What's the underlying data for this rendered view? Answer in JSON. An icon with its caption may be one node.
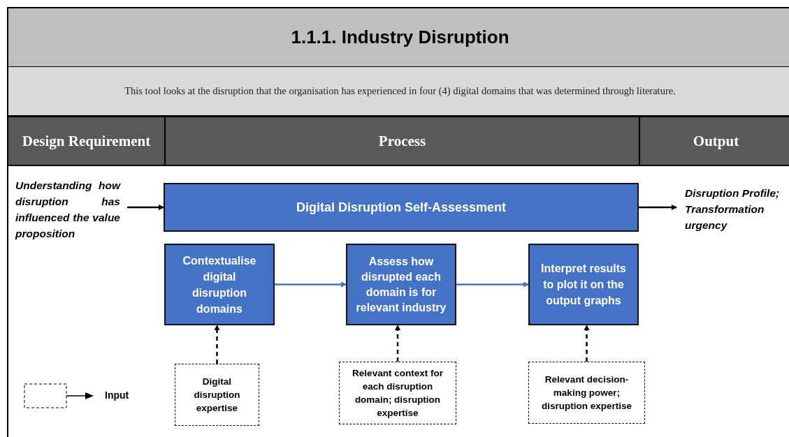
{
  "diagram": {
    "title": "1.1.1. Industry Disruption",
    "nodes": [
      {
        "text": [
          "Understanding how disruption has influenced the value proposition"
        ]
      },
      {
        "text": [
          "Digital Disruption Self-Assessment"
        ]
      },
      {
        "text": [
          "Disruption Profile; Transformation urgency"
        ]
      },
      {
        "text": [
          "Contextualise digital disruption domains"
        ]
      },
      {
        "text": [
          "Assess how disrupted each domain is for relevant industry"
        ]
      },
      {
        "text": [
          "Interpret results to plot it on the output graphs"
        ]
      },
      {
        "text": [
          "Digital disruption expertise"
        ]
      },
      {
        "text": [
          "Relevant context for each disruption domain; disruption expertise"
        ]
      },
      {
        "text": [
          "Relevant decision-making power; disruption expertise"
        ]
      }
    ],
    "edges": [
      {
        "from": 0,
        "to": 1,
        "arrow": "to"
      },
      {
        "from": 1,
        "to": 2,
        "arrow": "to"
      },
      {
        "from": 3,
        "to": 4,
        "arrow": "to",
        "color": "#4472c4"
      },
      {
        "from": 4,
        "to": 5,
        "arrow": "to",
        "color": "#4472c4"
      },
      {
        "from": 6,
        "to": 3,
        "arrow": "to",
        "style": "dashed"
      },
      {
        "from": 7,
        "to": 4,
        "arrow": "to",
        "style": "dashed"
      },
      {
        "from": 8,
        "to": 5,
        "arrow": "to",
        "style": "dashed"
      }
    ],
    "labels": [
      "This tool looks at the disruption that the organisation has experienced in four (4) digital domains that was determined through literature.",
      "Design Requirement",
      "Process",
      "Output"
    ],
    "legend": [
      {
        "text": "Input"
      }
    ]
  }
}
